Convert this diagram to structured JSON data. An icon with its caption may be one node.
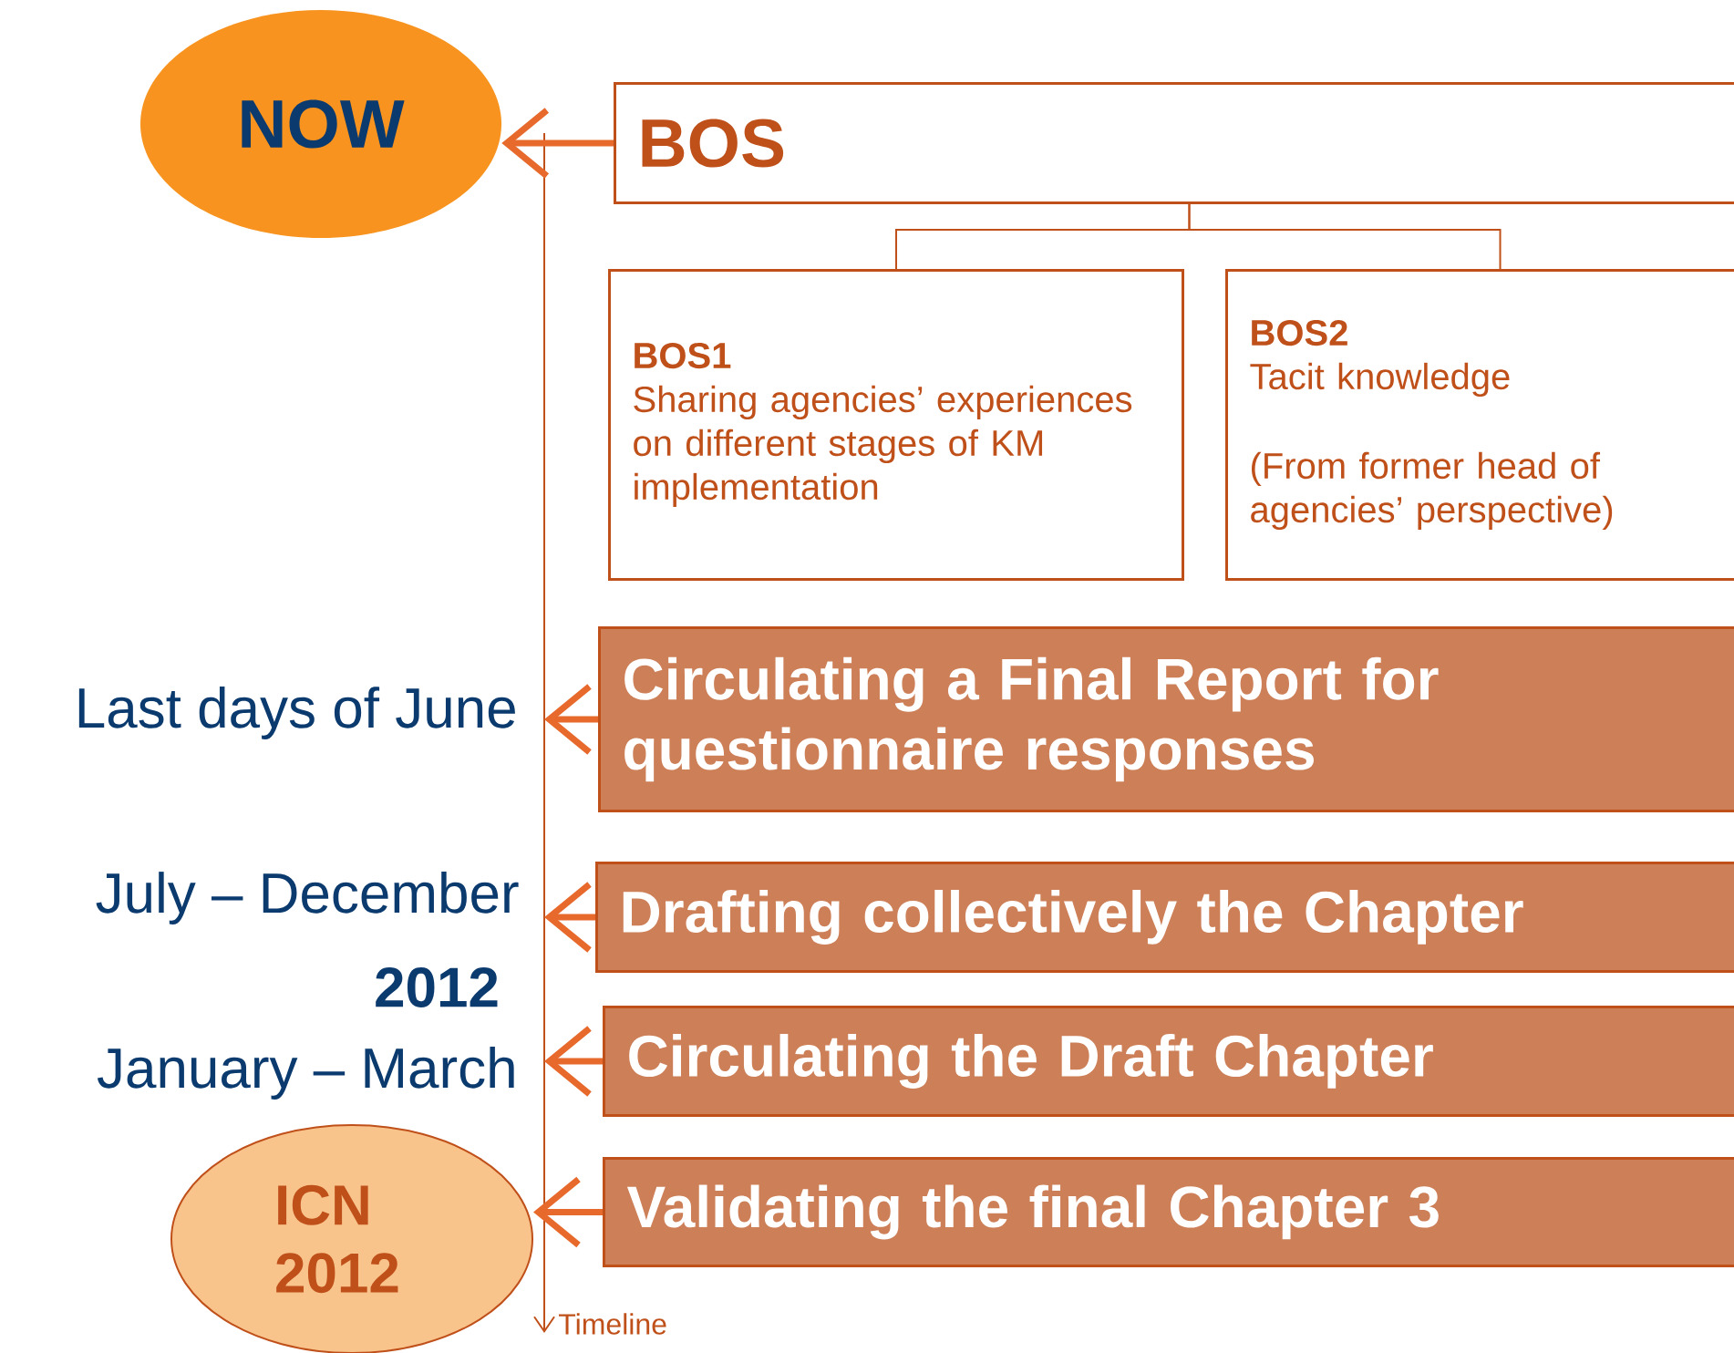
{
  "diagram": {
    "nodes": [
      {
        "text": [
          "NOW"
        ]
      },
      {
        "text": [
          "BOS"
        ]
      },
      {
        "text": [
          "BOS1",
          "Sharing agencies’ experiences on different stages of KM implementation"
        ]
      },
      {
        "text": [
          "BOS2",
          "Tacit knowledge",
          "(From former head of agencies’ perspective)"
        ]
      },
      {
        "text": [
          "Last days of June"
        ]
      },
      {
        "text": [
          "Circulating a Final Report for questionnaire responses"
        ]
      },
      {
        "text": [
          "July – December"
        ]
      },
      {
        "text": [
          "Drafting collectively the Chapter"
        ]
      },
      {
        "text": [
          "January – March"
        ]
      },
      {
        "text": [
          "Circulating the Draft Chapter"
        ]
      },
      {
        "text": [
          "ICN 2012"
        ]
      },
      {
        "text": [
          "Validating the final Chapter 3"
        ]
      }
    ],
    "edges": [
      {
        "from": 1,
        "to": 0,
        "arrow": "to"
      },
      {
        "from": 1,
        "to": 2,
        "arrow": "none"
      },
      {
        "from": 1,
        "to": 3,
        "arrow": "none"
      },
      {
        "from": 5,
        "to": 4,
        "arrow": "to"
      },
      {
        "from": 7,
        "to": 6,
        "arrow": "to"
      },
      {
        "from": 9,
        "to": 8,
        "arrow": "to"
      },
      {
        "from": 11,
        "to": 10,
        "arrow": "to"
      }
    ],
    "labels": [
      "2012",
      "Timeline"
    ]
  }
}
